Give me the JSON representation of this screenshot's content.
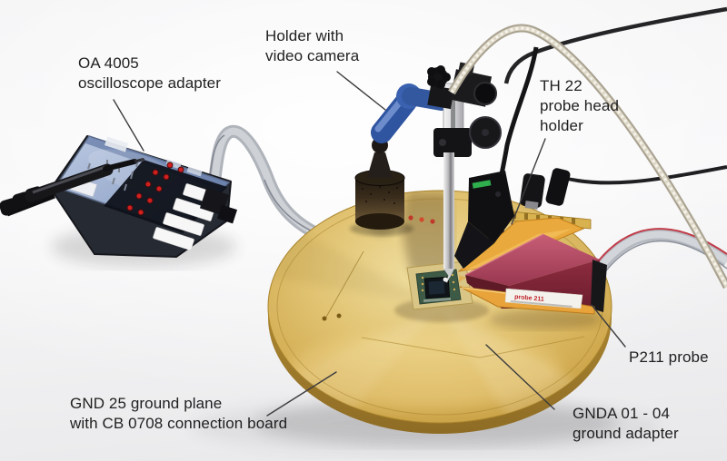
{
  "annotations": {
    "oa4005": {
      "lines": [
        "OA 4005",
        "oscilloscope adapter"
      ]
    },
    "holder": {
      "lines": [
        "Holder with",
        "video camera"
      ]
    },
    "th22": {
      "lines": [
        "TH 22",
        "probe head",
        "holder"
      ]
    },
    "p211": {
      "lines": [
        "P211 probe"
      ]
    },
    "gnd25": {
      "lines": [
        "GND 25 ground plane",
        "with CB 0708 connection board"
      ]
    },
    "gnda": {
      "lines": [
        "GNDA 01 - 04",
        "ground adapter"
      ]
    }
  },
  "p211_sticker": {
    "text": "probe 211"
  },
  "colors": {
    "ground_plane_gold": "#d6b55e",
    "probe_body_maroon": "#a03b52",
    "flex_pcb_orange": "#e8a83e",
    "holder_arm_blue": "#3b5fa8",
    "adapter_panel_blue": "#a3b4d4",
    "led_red": "#d21f1f",
    "annotation_text": "#1f1f1f"
  }
}
